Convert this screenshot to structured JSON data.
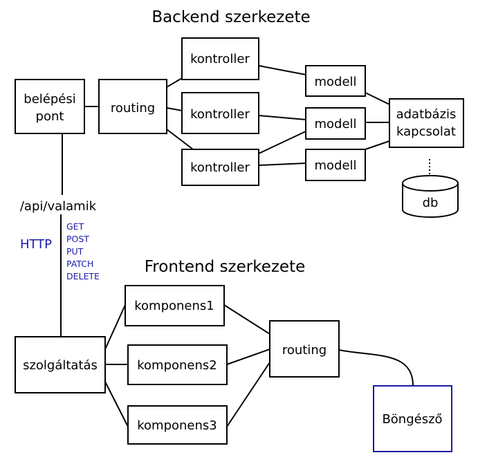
{
  "backend": {
    "title": "Backend szerkezete",
    "entry_line1": "belépési",
    "entry_line2": "pont",
    "routing": "routing",
    "controllers": [
      "kontroller",
      "kontroller",
      "kontroller"
    ],
    "models": [
      "modell",
      "modell",
      "modell"
    ],
    "db_conn_line1": "adatbázis",
    "db_conn_line2": "kapcsolat",
    "db": "db"
  },
  "api": {
    "path": "/api/valamik",
    "protocol": "HTTP",
    "methods": [
      "GET",
      "POST",
      "PUT",
      "PATCH",
      "DELETE"
    ]
  },
  "frontend": {
    "title": "Frontend szerkezete",
    "components": [
      "komponens1",
      "komponens2",
      "komponens3"
    ],
    "service": "szolgáltatás",
    "routing": "routing",
    "browser": "Böngésző"
  },
  "colors": {
    "accent": "#1a1aa6",
    "stroke": "#000000"
  }
}
